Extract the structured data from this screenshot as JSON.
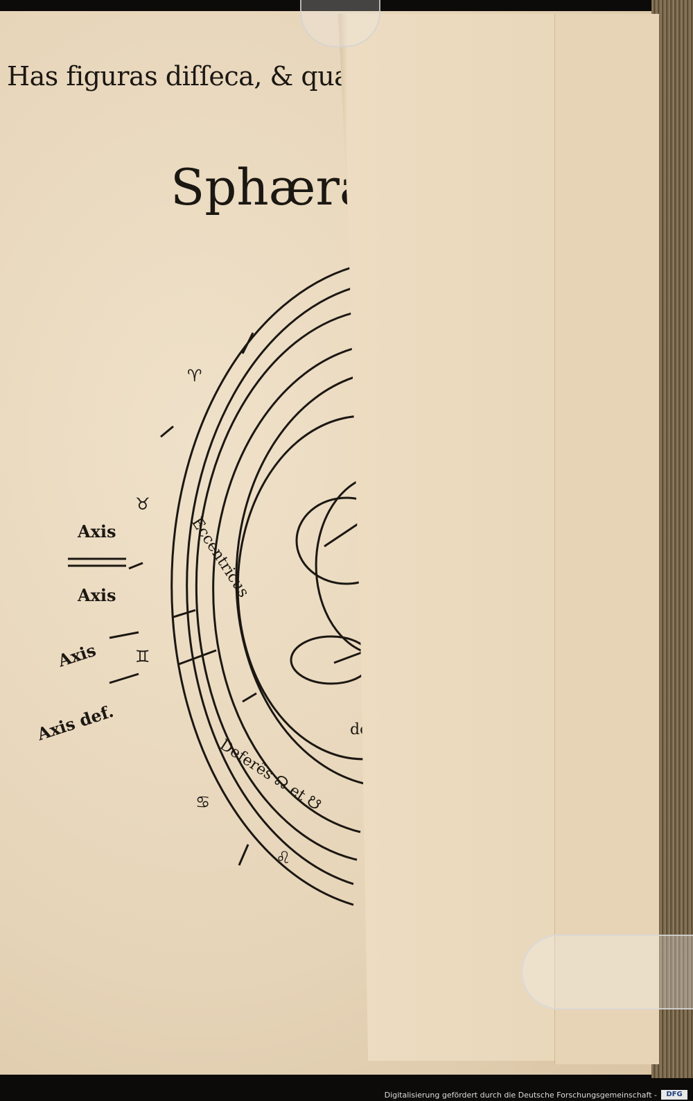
{
  "header": {
    "text": "Has figuras diſſeca, & quan"
  },
  "title": {
    "text": "Sphæra"
  },
  "diagram": {
    "labels": {
      "axis_1": "Axis",
      "axis_2": "Axis",
      "axis_3": "Axis",
      "axis_def": "Axis def.",
      "eccentricus": "Eccentricus",
      "deferens": "Deferẽs ☊ et ☋",
      "de": "de"
    },
    "zodiac_signs": [
      "♈",
      "♉",
      "♊",
      "♋",
      "♌"
    ]
  },
  "footer": {
    "credit": "Digitalisierung gefördert durch die Deutsche Forschungsgemeinschaft -",
    "logo": "DFG"
  },
  "colors": {
    "ink": "#1b1712",
    "paper": "#eadac0",
    "background": "#0c0b09"
  }
}
